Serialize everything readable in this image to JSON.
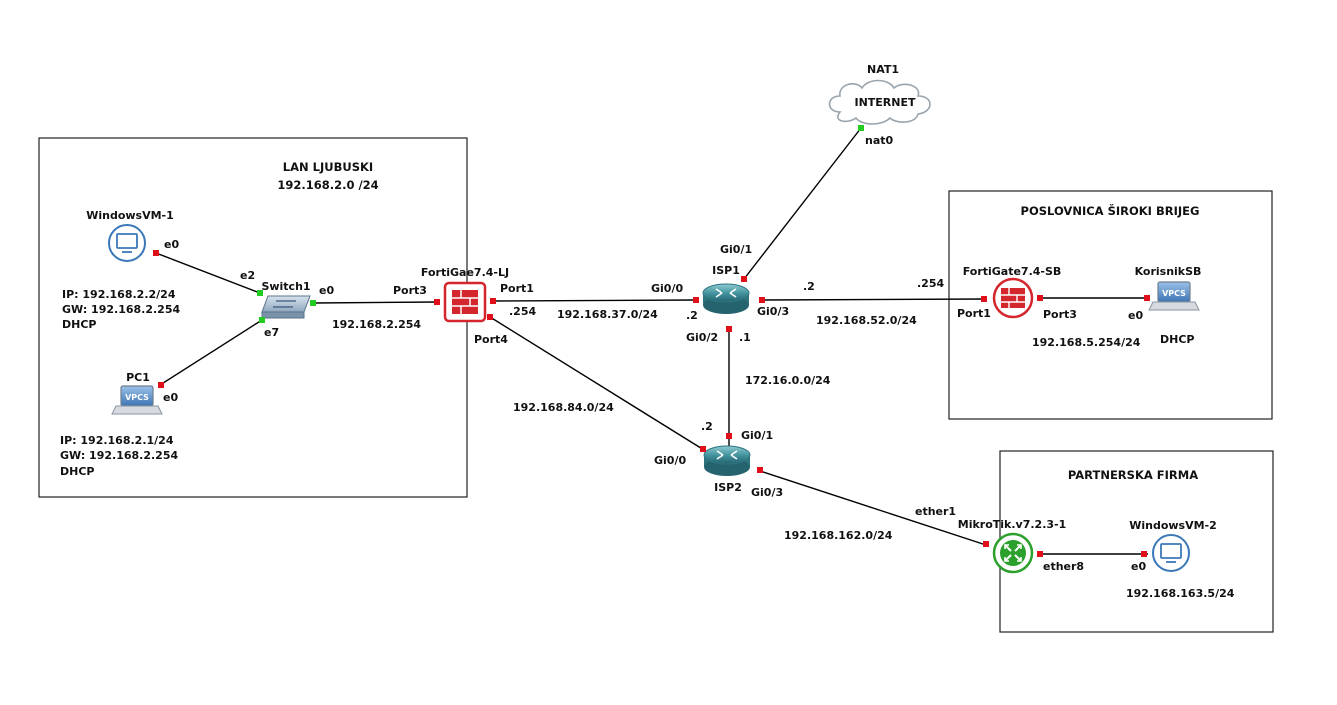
{
  "areas": {
    "lan": {
      "title": "LAN LJUBUSKI",
      "subnet": "192.168.2.0 /24"
    },
    "poslovnica": {
      "title": "POSLOVNICA ŠIROKI BRIJEG"
    },
    "partner": {
      "title": "PARTNERSKA FIRMA"
    }
  },
  "nodes": {
    "winvm1": {
      "name": "WindowsVM-1",
      "icon": "monitor-icon"
    },
    "switch1": {
      "name": "Switch1",
      "icon": "switch-icon"
    },
    "pc1": {
      "name": "PC1",
      "icon": "vpcs-icon",
      "badge": "VPCS"
    },
    "fg_lj": {
      "name": "FortiGae7.4-LJ",
      "icon": "firewall-icon"
    },
    "isp1": {
      "name": "ISP1",
      "icon": "router-icon"
    },
    "isp2": {
      "name": "ISP2",
      "icon": "router-icon"
    },
    "nat1": {
      "name": "NAT1",
      "cloud_text": "INTERNET",
      "icon": "cloud-icon"
    },
    "fg_sb": {
      "name": "FortiGate7.4-SB",
      "icon": "firewall-icon"
    },
    "korisnik": {
      "name": "KorisnikSB",
      "icon": "vpcs-icon",
      "badge": "VPCS"
    },
    "mikrotik": {
      "name": "MikroTik.v7.2.3-1",
      "icon": "mikrotik-icon"
    },
    "winvm2": {
      "name": "WindowsVM-2",
      "icon": "monitor-icon"
    }
  },
  "ports": {
    "winvm1_e0": "e0",
    "sw_e2": "e2",
    "sw_e0": "e0",
    "sw_e7": "e7",
    "pc1_e0": "e0",
    "fg_port3": "Port3",
    "fg_port1": "Port1",
    "fg_port4": "Port4",
    "isp1_gi00": "Gi0/0",
    "isp1_gi01": "Gi0/1",
    "isp1_gi03": "Gi0/3",
    "isp1_gi02": "Gi0/2",
    "isp2_gi01": "Gi0/1",
    "isp2_gi00": "Gi0/0",
    "isp2_gi03": "Gi0/3",
    "nat0": "nat0",
    "fgsb_port1": "Port1",
    "fgsb_port3": "Port3",
    "korisnik_e0": "e0",
    "mt_ether1": "ether1",
    "mt_ether8": "ether8",
    "winvm2_e0": "e0"
  },
  "addresses": {
    "winvm1": [
      "IP: 192.168.2.2/24",
      "GW: 192.168.2.254",
      "DHCP"
    ],
    "pc1": [
      "IP: 192.168.2.1/24",
      "GW: 192.168.2.254",
      "DHCP"
    ],
    "fg_lan": "192.168.2.254",
    "fg_port1_host": ".254",
    "net_isp1": "192.168.37.0/24",
    "isp1_gi00_host": ".2",
    "isp1_gi03_host": ".2",
    "net_sb": "192.168.52.0/24",
    "fgsb_host": ".254",
    "isp1_gi02_host": ".1",
    "net_isp_core": "172.16.0.0/24",
    "isp2_gi01_host": ".2",
    "net_isp2": "192.168.84.0/24",
    "net_partner": "192.168.162.0/24",
    "sb_lan": "192.168.5.254/24",
    "sb_dhcp": "DHCP",
    "partner_lan": "192.168.163.5/24"
  },
  "colors": {
    "port_up": "#e0101a",
    "port_green": "#22cc22",
    "router": "#3f8f9b",
    "fortigate": "#d3272d",
    "mikrotik": "#2ca02c",
    "monitor": "#3b78b8"
  }
}
